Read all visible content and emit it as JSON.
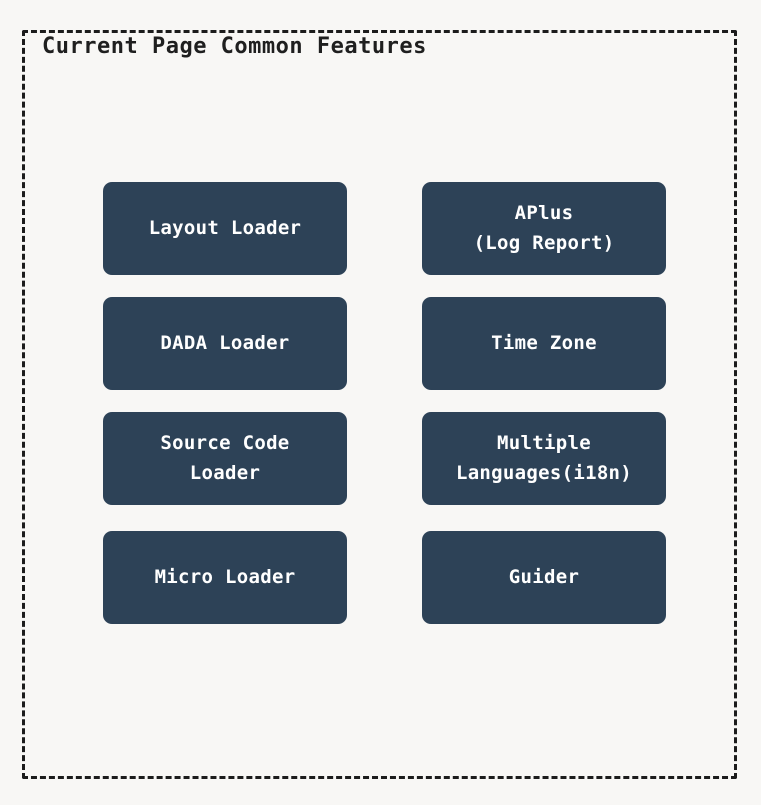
{
  "title": "Current Page Common Features",
  "colors": {
    "background": "#f8f7f5",
    "node_fill": "#2d4257",
    "node_text": "#ffffff",
    "frame_border": "#1c1c1c",
    "title_text": "#1f1f1f"
  },
  "grid": {
    "left": [
      {
        "label": "Layout Loader"
      },
      {
        "label": "DADA Loader"
      },
      {
        "label": "Source Code\nLoader"
      },
      {
        "label": "Micro Loader"
      }
    ],
    "right": [
      {
        "label": "APlus\n(Log Report)"
      },
      {
        "label": "Time Zone"
      },
      {
        "label": "Multiple\nLanguages(i18n)"
      },
      {
        "label": "Guider"
      }
    ]
  }
}
